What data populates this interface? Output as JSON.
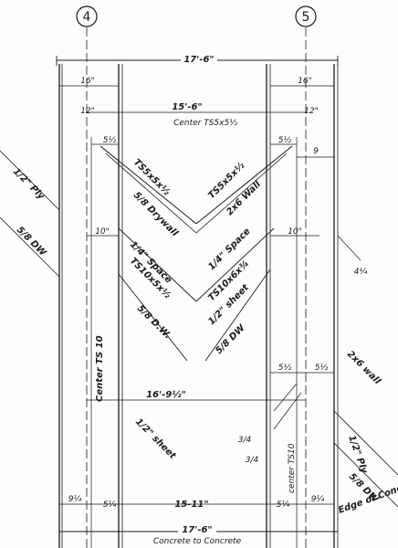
{
  "grid": {
    "left": "4",
    "right": "5"
  },
  "dims": {
    "overall_top": "17'-6\"",
    "overall_bottom": "17'-6\"",
    "bottom_caption": "Concrete to Concrete",
    "left_col_width": "16\"",
    "right_col_width": "16\"",
    "center_span": "15'-6\"",
    "center_label": "Center TS5x5½",
    "left_offset": "12\"",
    "right_offset": "12\"",
    "left_small": "5½",
    "right_small": "5½",
    "right_nine": "9",
    "left_ten": "10\"",
    "right_ten": "10\"",
    "right_quarter": "4¼",
    "mid_span": "16'-9½\"",
    "lower_left_small": "5½",
    "lower_right_small": "5½",
    "three_quarter": "3/4",
    "three_quarter_b": "3/4",
    "bottom_left_a": "9¼",
    "bottom_left_b": "5¼",
    "bottom_center": "15-11\"",
    "bottom_right_a": "5¼",
    "bottom_right_b": "9¼"
  },
  "notes": {
    "ply_left": "1/2\" Ply",
    "dw_left": "5/8 DW",
    "left_ts": "TS5x5x½",
    "left_drywall": "5/8 Drywall",
    "left_space": "1/4\" Space",
    "left_ts10": "TS10x5x½",
    "left_dw": "5/8 D.W.",
    "center_ts10": "Center TS 10",
    "left_sheet": "1/2\" sheet",
    "right_ts": "TS5x5x½",
    "wall_2x6": "2x6 Wall",
    "right_space": "1/4\" Space",
    "right_ts10": "TS10x6x¾",
    "right_sheet": "1/2\" sheet",
    "right_dw": "5/8 DW",
    "wall_2x6_b": "2x6 wall",
    "ply_right": "1/2\" Ply",
    "dw_right": "5/8 DW",
    "center_ts10_b": "center TS10",
    "edge_note": "Edge of Concrete Beyond"
  }
}
